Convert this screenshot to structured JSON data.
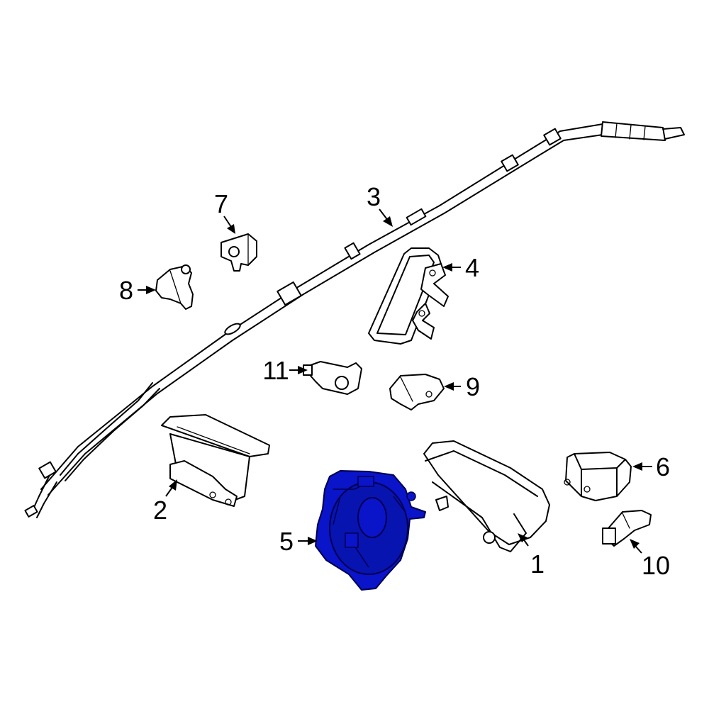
{
  "colors": {
    "line": "#000000",
    "background": "#ffffff",
    "highlight_fill": "#0a14c8",
    "highlight_stroke": "#000050"
  },
  "highlighted_part": "5",
  "callouts": [
    {
      "id": "c1",
      "label": "1"
    },
    {
      "id": "c2",
      "label": "2"
    },
    {
      "id": "c3",
      "label": "3"
    },
    {
      "id": "c4",
      "label": "4"
    },
    {
      "id": "c5",
      "label": "5"
    },
    {
      "id": "c6",
      "label": "6"
    },
    {
      "id": "c7",
      "label": "7"
    },
    {
      "id": "c8",
      "label": "8"
    },
    {
      "id": "c9",
      "label": "9"
    },
    {
      "id": "c10",
      "label": "10"
    },
    {
      "id": "c11",
      "label": "11"
    }
  ]
}
